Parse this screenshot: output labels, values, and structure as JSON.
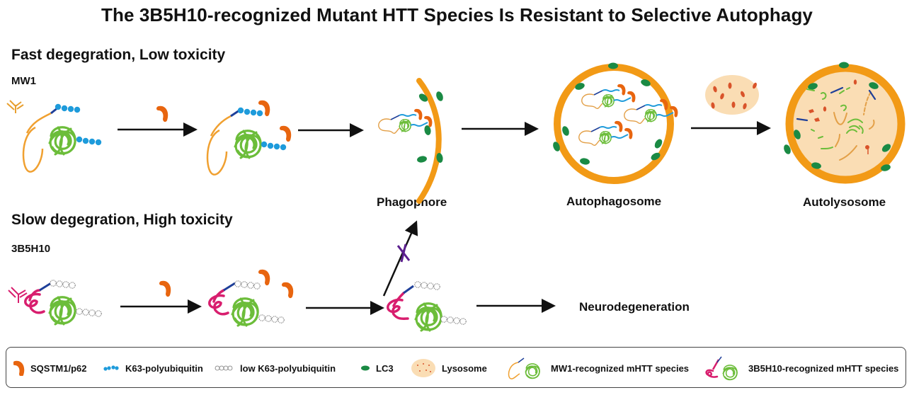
{
  "title": "The 3B5H10-recognized Mutant HTT Species Is Resistant to Selective Autophagy",
  "pathways": [
    {
      "heading": "Fast degegration, Low toxicity",
      "antibody": "MW1",
      "stages": [
        "Phagophore",
        "Autophagosome",
        "Autolysosome"
      ]
    },
    {
      "heading": "Slow degegration, High toxicity",
      "antibody": "3B5H10",
      "outcome": "Neurodegeneration",
      "blocked_step": "Phagophore"
    }
  ],
  "colors": {
    "p62": "#E8650F",
    "k63": "#1E9BDB",
    "lc3": "#1A8A44",
    "membrane": "#F29A16",
    "lysosome": "#FADDB4",
    "mhtt_core": "#6CBD3A",
    "mw1_linker": "#F0A030",
    "b5_linker": "#D81E6E",
    "polyq": "#1E3F99",
    "block_mark": "#5B1E8E"
  },
  "legend": [
    {
      "icon": "p62-icon",
      "label": "SQSTM1/p62"
    },
    {
      "icon": "k63-polyubiquitin-icon",
      "label": "K63-polyubiquitin"
    },
    {
      "icon": "low-k63-polyubiquitin-icon",
      "label": "low K63-polyubiquitin"
    },
    {
      "icon": "lc3-icon",
      "label": "LC3"
    },
    {
      "icon": "lysosome-icon",
      "label": "Lysosome"
    },
    {
      "icon": "mw1-mhtt-icon",
      "label": "MW1-recognized mHTT species"
    },
    {
      "icon": "3b5h10-mhtt-icon",
      "label": "3B5H10-recognized mHTT species"
    }
  ]
}
